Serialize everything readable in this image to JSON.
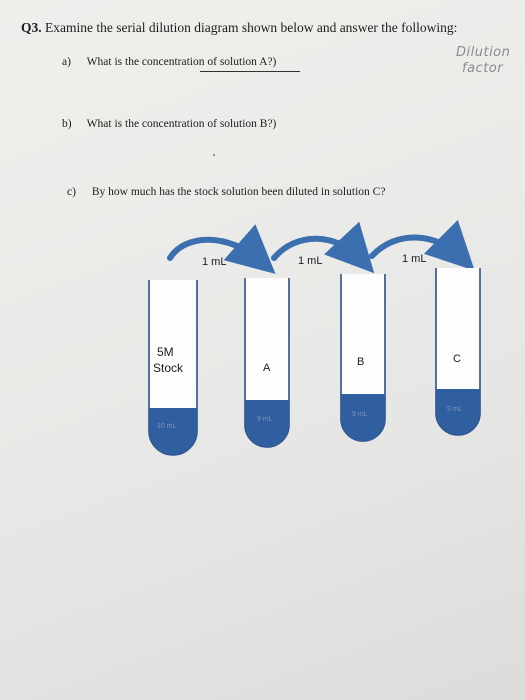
{
  "question": {
    "number": "Q3.",
    "text": "Examine the serial dilution diagram shown below and answer the following:",
    "parts": [
      {
        "label": "a)",
        "text": "What is the concentration of solution A?)"
      },
      {
        "label": "b)",
        "text": "What is the concentration of solution B?)"
      },
      {
        "label": "c)",
        "text": "By how much has the stock solution been diluted in solution C?"
      }
    ]
  },
  "handwritten_note": {
    "line1": "Dilution",
    "line2": "factor"
  },
  "diagram": {
    "transfers": [
      "1 mL",
      "1 mL",
      "1 mL"
    ],
    "tubes": [
      {
        "label_line1": "5M",
        "label_line2": "Stock",
        "volume": "10 mL"
      },
      {
        "label_line1": "A",
        "label_line2": "",
        "volume": "9 mL"
      },
      {
        "label_line1": "B",
        "label_line2": "",
        "volume": "9 mL"
      },
      {
        "label_line1": "C",
        "label_line2": "",
        "volume": "9 mL"
      }
    ]
  },
  "colors": {
    "liquid": "#2f5f9f",
    "tube_outline": "#2c4f88",
    "arrow": "#3b6fb0"
  }
}
